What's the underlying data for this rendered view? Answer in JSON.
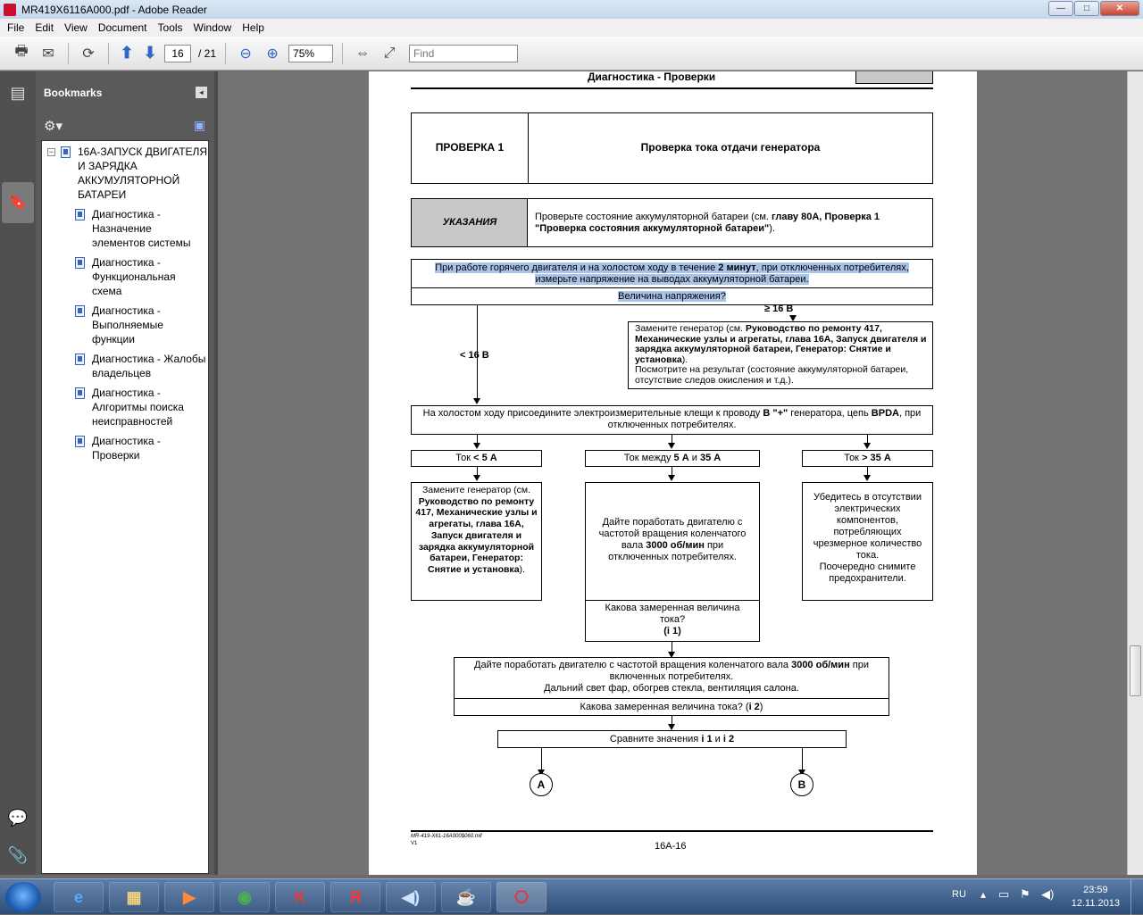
{
  "window": {
    "title": "MR419X6116A000.pdf - Adobe Reader",
    "controls": {
      "minimize": "—",
      "maximize": "□",
      "close": "✕"
    }
  },
  "menu": [
    "File",
    "Edit",
    "View",
    "Document",
    "Tools",
    "Window",
    "Help"
  ],
  "toolbar": {
    "page_current": "16",
    "page_total": "/ 21",
    "zoom": "75%",
    "find_placeholder": "Find"
  },
  "bookmarks": {
    "header": "Bookmarks",
    "root": "16A-ЗАПУСК ДВИГАТЕЛЯ И ЗАРЯДКА АККУМУЛЯТОРНОЙ БАТАРЕИ",
    "items": [
      "Диагностика - Назначение элементов системы",
      "Диагностика - Функциональная схема",
      "Диагностика - Выполняемые функции",
      "Диагностика - Жалобы владельцев",
      "Диагностика - Алгоритмы поиска неисправностей",
      "Диагностика - Проверки"
    ]
  },
  "document": {
    "header": "Диагностика - Проверки",
    "check_label": "ПРОВЕРКА 1",
    "check_title": "Проверка тока отдачи генератора",
    "notes_label": "УКАЗАНИЯ",
    "notes_text_1": "Проверьте состояние аккумуляторной батареи (см.",
    "notes_text_bold": "главу 80А, Проверка 1 \"Проверка состояния аккумуляторной батареи\"",
    "notes_text_2": ").",
    "step1_a": "При работе горячего двигателя и на холостом ходу в течение",
    "step1_bold": "2 минут",
    "step1_b": ", при отключенных потребителях, измерьте напряжение на выводах аккумуляторной батареи.",
    "question1": "Величина напряжения?",
    "label_ge16": "≥ 16 В",
    "label_lt16": "< 16 В",
    "replace_gen_1": "Замените генератор (см.",
    "replace_gen_bold": "Руководство по ремонту 417, Механические узлы и агрегаты, глава 16A, Запуск двигателя и зарядка аккумуляторной батареи, Генератор: Снятие и установка",
    "replace_gen_2": ").",
    "replace_gen_3": "Посмотрите на результат (состояние аккумуляторной батареи, отсутствие следов окисления и т.д.).",
    "clamp_a": "На холостом ходу присоедините электроизмерительные клещи к проводу",
    "clamp_bold1": "В \"+\"",
    "clamp_b": "генератора, цепь",
    "clamp_bold2": "BPDA",
    "clamp_c": ", при отключенных потребителях.",
    "cur1_a": "Ток",
    "cur1_bold": "< 5 А",
    "cur2_a": "Ток между",
    "cur2_bold1": "5 А",
    "cur2_b": "и",
    "cur2_bold2": "35 А",
    "cur3_a": "Ток",
    "cur3_bold": "> 35 А",
    "left_box_1": "Замените генератор (см.",
    "left_box_bold": "Руководство по ремонту 417, Механические узлы и агрегаты, глава 16A, Запуск двигателя и зарядка аккумуляторной батареи, Генератор: Снятие и установка",
    "left_box_2": ").",
    "mid_box_a": "Дайте поработать двигателю с частотой вращения коленчатого вала",
    "mid_box_bold": "3000 об/мин",
    "mid_box_b": "при отключенных потребителях.",
    "mid_q_a": "Какова замеренная величина тока?",
    "mid_q_b": "(i 1)",
    "right_box_a": "Убедитесь в отсутствии электрических компонентов, потребляющих чрезмерное количество тока.",
    "right_box_b": "Поочередно снимите предохранители.",
    "step3_a": "Дайте поработать двигателю с частотой вращения коленчатого вала",
    "step3_bold": "3000 об/мин",
    "step3_b": "при включенных потребителях.",
    "step3_c": "Дальний свет фар, обогрев стекла, вентиляция салона.",
    "step3_q_a": "Какова замеренная величина тока? (",
    "step3_q_bold": "i 2",
    "step3_q_b": ")",
    "compare_a": "Сравните значения",
    "compare_bold1": "i 1",
    "compare_b": "и",
    "compare_bold2": "i 2",
    "circle_a": "A",
    "circle_b": "B",
    "footer_ref": "MR-419-X61-16A000$060.mif",
    "footer_v": "V1",
    "footer_page": "16A-16"
  },
  "taskbar": {
    "lang": "RU",
    "time": "23:59",
    "date": "12.11.2013"
  }
}
